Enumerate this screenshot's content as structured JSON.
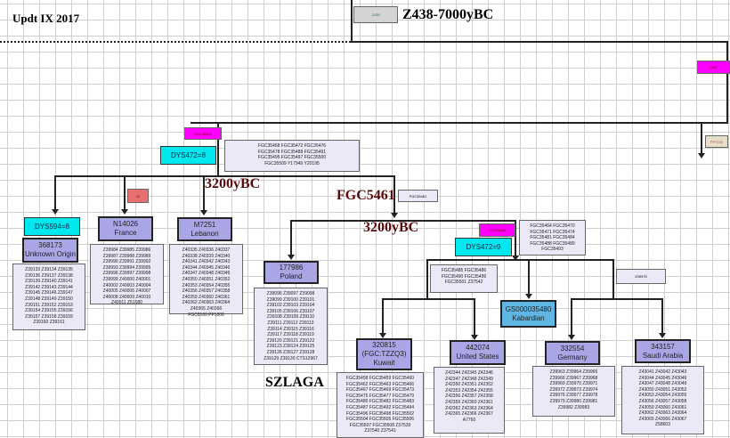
{
  "header": {
    "update_label": "Updt IX 2017"
  },
  "labels": {
    "root": "Z438-7000yBC",
    "age_a": "3200yBC",
    "age_b": "3200yBC",
    "fgc5461": "FGC5461",
    "szlaga": "SZLAGA"
  },
  "small_boxes": {
    "z438": "Z438",
    "z437": "Z437",
    "pf": "PF7133",
    "fgc35503": "FGC35503",
    "red10": "10",
    "fgc35461": "FGC35461",
    "fgc34188": "FGC34188",
    "z39975": "Z39975"
  },
  "markers": {
    "dys472_8": "DYS472=8",
    "dys594_8": "DYS594=8",
    "dys472_9": "DYS472=9"
  },
  "colors": {
    "node": "#aaa6e6",
    "marker": "#00e8ee",
    "snp_flag": "#ff00ff",
    "kabardian": "#5fb6e4",
    "age_text": "#5a0a0a"
  },
  "info": {
    "dys472_8": [
      "FGC35468 FGC35472 FGC35476",
      "FGC35478 FGC35488 FGC35491",
      "FGC35495 FGC35497 FGC35500",
      "FGC35509 Y17949 Y20195"
    ],
    "dys472_9": [
      "FGC35464 FGC35470",
      "FGC35471 FGC35474",
      "FGC35481 FGC35484",
      "FGC35488 FGC35489",
      "FGC35493"
    ],
    "branch": [
      "FGC35485 FGC35486",
      "FGC35490 FGC35499",
      "FGC35501 Z37542"
    ]
  },
  "nodes": {
    "unknown": {
      "id": "368173",
      "place": "Unknown Origin",
      "snps": [
        "Z39133 Z39134 Z39135",
        "Z39136 Z39137 Z39138",
        "Z39139 Z39140 Z39141",
        "Z39142 Z39143 Z39144",
        "Z39145 Z39146 Z39147",
        "Z39148 Z39149 Z39150",
        "Z39151 Z39152 Z39153",
        "Z39154 Z39155 Z39156",
        "Z39157 Z39158 Z39159",
        "Z39160 Z39161"
      ]
    },
    "france": {
      "id": "N14026",
      "place": "France",
      "snps": [
        "Z39984 Z39985 Z39986",
        "Z39987 Z39988 Z39989",
        "Z39990 Z39991 Z39992",
        "Z39993 Z39994 Z39995",
        "Z39996 Z39997 Z39998",
        "Z39999 Z40000 Z40001",
        "Z40002 Z40003 Z40004",
        "Z40005 Z40006 Z40007",
        "Z40008 Z40009 Z40010",
        "Z40011 Z51580"
      ]
    },
    "lebanon": {
      "id": "M7251",
      "place": "Lebanon",
      "snps": [
        "Z40335 Z40336 Z40337",
        "Z40338 Z40339 Z40340",
        "Z40341 Z40342 Z40343",
        "Z40344 Z40345 Z40346",
        "Z40347 Z40348 Z40349",
        "Z40350 Z40351 Z40352",
        "Z40353 Z40354 Z40355",
        "Z40356 Z40357 Z40358",
        "Z40359 Z40360 Z40361",
        "Z40362 Z40363 Z40364",
        "Z40365 Z40366",
        "FGC8160 PF1806"
      ]
    },
    "poland": {
      "id": "177986",
      "place": "Poland",
      "snps": [
        "Z39096 Z39097 Z39098",
        "Z39099 Z39100 Z39101",
        "Z39102 Z39103 Z39104",
        "Z39105 Z39106 Z39107",
        "Z39108 Z39109 Z39110",
        "Z39111 Z39112 Z39113",
        "Z39114 Z39115 Z39116",
        "Z39117 Z39118 Z39119",
        "Z39120 Z39121 Z39122",
        "Z39123 Z39124 Z39125",
        "Z39126 Z39127 Z39128",
        "Z39129 Z39130 CTS12967"
      ]
    },
    "kuwait": {
      "id": "320815",
      "sub": "(FGC:TZZQ3)",
      "place": "Kuwait",
      "snps": [
        "FGC35458 FGC35459 FGC35460",
        "FGC35462 FGC35463 FGC35466",
        "FGC35467 FGC35469 FGC35473",
        "FGC35475 FGC35477 FGC35479",
        "FGC35480 FGC35482 FGC35483",
        "FGC35487 FGC35492 FGC35494",
        "FGC35496 FGC35498 FGC35502",
        "FGC35504 FGC35505 FGC35506",
        "FGC35507 FGC35508 Z37539",
        "Z37540 Z37541"
      ]
    },
    "usa": {
      "id": "442074",
      "place": "United States",
      "snps": [
        "Z42344 Z42345 Z42346",
        "Z42347 Z42348 Z42349",
        "Z42350 Z42351 Z42352",
        "Z42353 Z42354 Z42355",
        "Z42356 Z42357 Z42358",
        "Z42359 Z42360 Z42361",
        "Z42362 Z42363 Z42364",
        "Z42365 Z42366 Z42367",
        "A7760"
      ]
    },
    "kabardian": {
      "id": "GS000035480",
      "place": "Kabardian"
    },
    "germany": {
      "id": "332554",
      "place": "Germany",
      "snps": [
        "Z39963 Z39964 Z39965",
        "Z39966 Z39967 Z39968",
        "Z39969 Z39970 Z39971",
        "Z39972 Z39973 Z39974",
        "Z39976 Z39977 Z39978",
        "Z39979 Z39980 Z39981",
        "Z39982 Z39983"
      ]
    },
    "saudi": {
      "id": "343157",
      "place": "Saudi Arabia",
      "snps": [
        "Z43041 Z43042 Z43043",
        "Z43044 Z43045 Z43046",
        "Z43047 Z43048 Z43049",
        "Z43050 Z43051 Z43052",
        "Z43053 Z43054 Z43055",
        "Z43056 Z43057 Z43058",
        "Z43059 Z43060 Z43061",
        "Z43062 Z43063 Z43064",
        "Z43065 Z43066 Z43067",
        "Z58603"
      ]
    }
  }
}
